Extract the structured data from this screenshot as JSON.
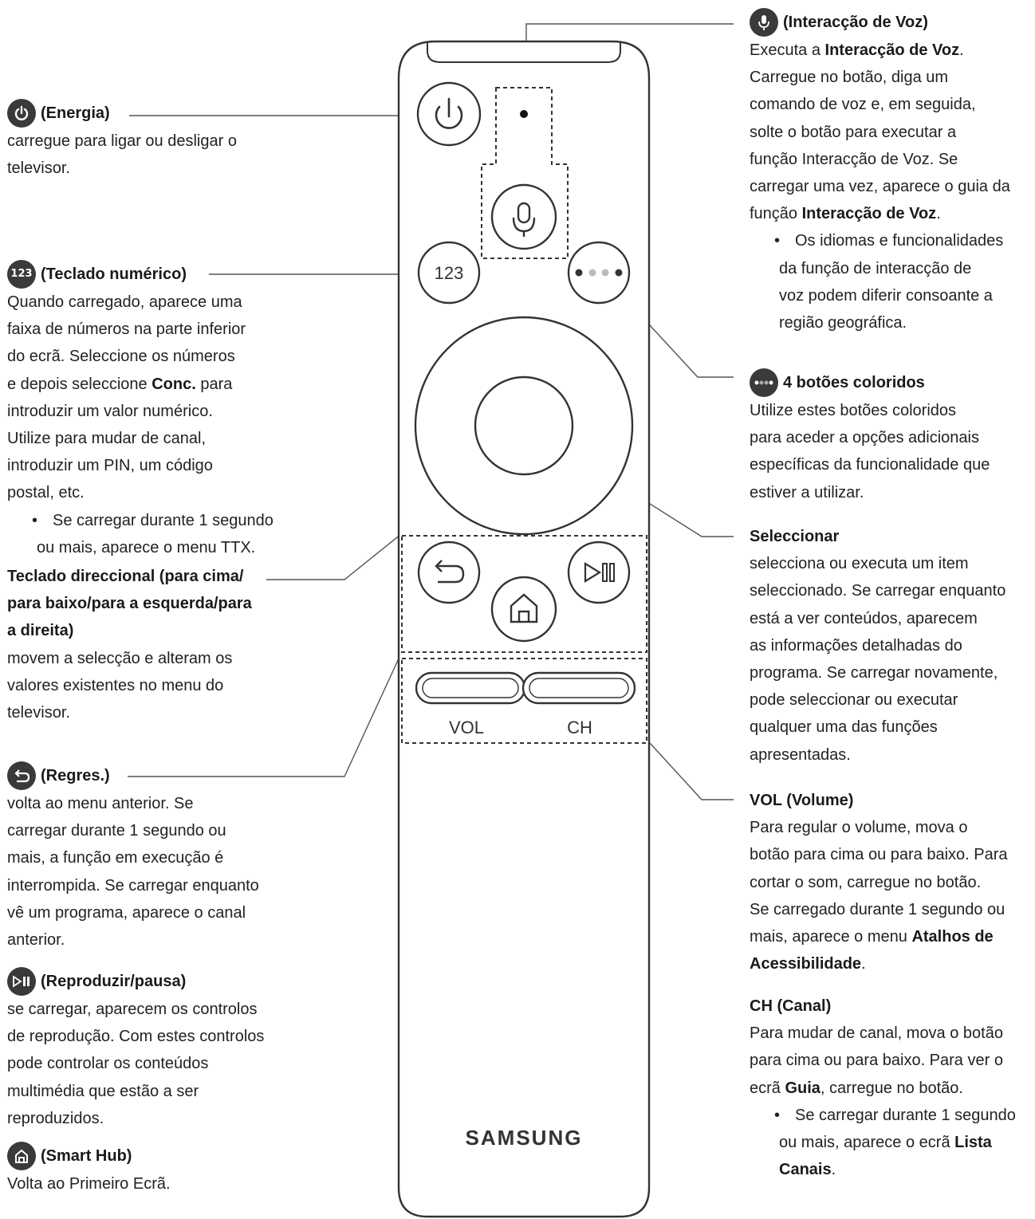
{
  "left": {
    "power": {
      "title": "(Energia)",
      "desc": [
        "carregue para ligar ou desligar o",
        "televisor."
      ]
    },
    "numpad": {
      "title": "(Teclado numérico)",
      "lines": [
        [
          "Quando carregado, aparece uma"
        ],
        [
          "faixa de números na parte inferior"
        ],
        [
          "do ecrã. Seleccione os números"
        ],
        [
          "e depois seleccione ",
          "Conc.",
          " para"
        ],
        [
          "introduzir um valor numérico."
        ],
        [
          "Utilize para mudar de canal,"
        ],
        [
          "introduzir um PIN, um código"
        ],
        [
          "postal, etc."
        ]
      ],
      "bullet": [
        "Se carregar durante 1 segundo",
        "ou mais, aparece o menu TTX."
      ]
    },
    "dpad": {
      "title": [
        "Teclado direccional (para cima/",
        "para baixo/para a esquerda/para",
        "a direita)"
      ],
      "desc": [
        "movem a selecção e alteram os",
        "valores existentes no menu do",
        "televisor."
      ]
    },
    "back": {
      "title": "(Regres.)",
      "desc": [
        "volta ao menu anterior. Se",
        "carregar durante 1 segundo ou",
        "mais, a função em execução é",
        "interrompida. Se carregar enquanto",
        "vê um programa, aparece o canal",
        "anterior."
      ]
    },
    "play": {
      "title": "(Reproduzir/pausa)",
      "desc": [
        "se carregar, aparecem os controlos",
        "de reprodução. Com estes controlos",
        "pode controlar os conteúdos",
        "multimédia que estão a ser",
        "reproduzidos."
      ]
    },
    "home": {
      "title": "(Smart Hub)",
      "desc": [
        "Volta ao Primeiro Ecrã."
      ]
    }
  },
  "right": {
    "voice": {
      "title": "(Interacção de Voz)",
      "lines": [
        [
          "Executa a ",
          "Interacção de Voz",
          "."
        ],
        [
          "Carregue no botão, diga um"
        ],
        [
          "comando de voz e, em seguida,"
        ],
        [
          "solte o botão para executar a"
        ],
        [
          "função Interacção de Voz. Se"
        ],
        [
          "carregar uma vez, aparece o guia da"
        ],
        [
          "função ",
          "Interacção de Voz",
          "."
        ]
      ],
      "bullet": [
        "Os idiomas e funcionalidades",
        "da função de interacção de",
        "voz podem diferir consoante a",
        "região geográfica."
      ]
    },
    "color": {
      "title": "4 botões coloridos",
      "desc": [
        "Utilize estes botões coloridos",
        "para aceder a opções adicionais",
        "específicas da funcionalidade que",
        "estiver a utilizar."
      ]
    },
    "select": {
      "title": "Seleccionar",
      "desc": [
        "selecciona ou executa um item",
        "seleccionado. Se carregar enquanto",
        "está a ver conteúdos, aparecem",
        "as informações detalhadas do",
        "programa. Se carregar novamente,",
        "pode seleccionar ou executar",
        "qualquer uma das funções",
        "apresentadas."
      ]
    },
    "vol": {
      "title": "VOL (Volume)",
      "lines": [
        [
          "Para regular o volume, mova o"
        ],
        [
          "botão para cima ou para baixo. Para"
        ],
        [
          "cortar o som, carregue no botão."
        ],
        [
          "Se carregado durante 1 segundo ou"
        ],
        [
          "mais, aparece o menu ",
          "Atalhos de"
        ],
        [
          "Acessibilidade",
          "."
        ]
      ]
    },
    "ch": {
      "title": "CH (Canal)",
      "lines": [
        [
          "Para mudar de canal, mova o botão"
        ],
        [
          "para cima ou para baixo. Para ver o"
        ],
        [
          "ecrã ",
          "Guia",
          ", carregue no botão."
        ]
      ],
      "bullet": [
        [
          "Se carregar durante 1 segundo"
        ],
        [
          "ou mais, aparece o ecrã ",
          "Lista"
        ],
        [
          "Canais",
          "."
        ]
      ]
    }
  },
  "remote": {
    "btn_123": "123",
    "vol": "VOL",
    "ch": "CH",
    "brand": "SAMSUNG"
  }
}
